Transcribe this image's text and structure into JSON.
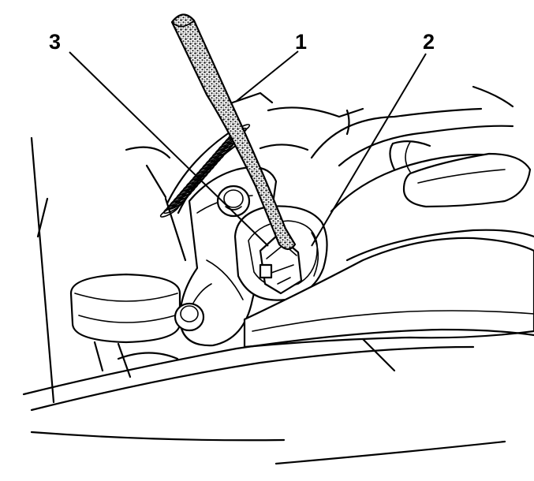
{
  "callouts": [
    {
      "label": "1"
    },
    {
      "label": "2"
    },
    {
      "label": "3"
    }
  ],
  "colors": {
    "stroke": "#000000",
    "background": "#ffffff",
    "hose_texture": "#333333"
  }
}
